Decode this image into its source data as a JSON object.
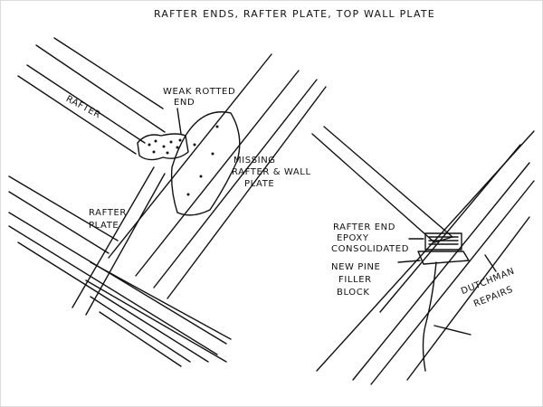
{
  "title": "RAFTER ENDS, RAFTER PLATE, TOP WALL PLATE",
  "labels": {
    "rafter": "RAFTER",
    "weak_rotted_line1": "WEAK ROTTED",
    "weak_rotted_line2": "END",
    "missing_line1": "MISSING",
    "missing_line2": "RAFTER & WALL",
    "missing_line3": "PLATE",
    "rafter_plate_line1": "RAFTER",
    "rafter_plate_line2": "PLATE",
    "rafter_end_line1": "RAFTER END",
    "rafter_end_line2": "EPOXY",
    "rafter_end_line3": "CONSOLIDATED",
    "filler_line1": "NEW PINE",
    "filler_line2": "FILLER",
    "filler_line3": "BLOCK",
    "dutchman_line1": "DUTCHMAN",
    "dutchman_line2": "REPAIRS"
  }
}
